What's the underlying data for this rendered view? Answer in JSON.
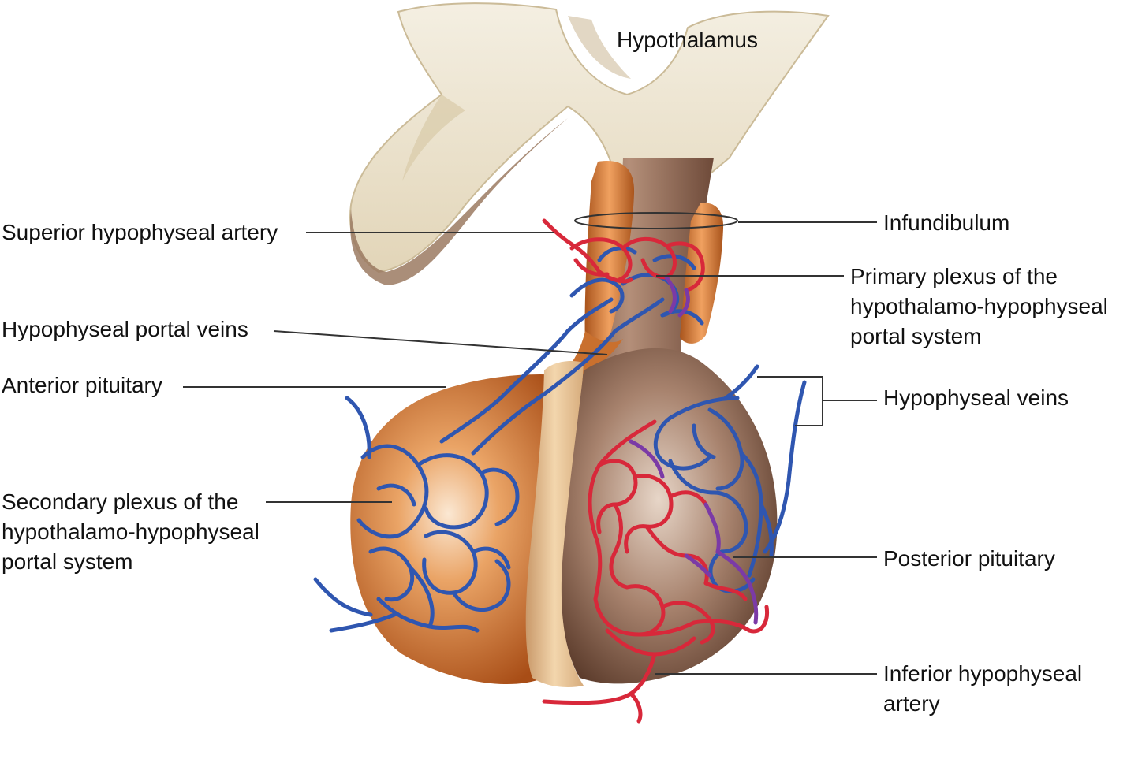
{
  "labels": {
    "hypothalamus": "Hypothalamus",
    "superior_hypophyseal_artery": "Superior hypophyseal artery",
    "hypophyseal_portal_veins": "Hypophyseal portal veins",
    "anterior_pituitary": "Anterior pituitary",
    "secondary_plexus": [
      "Secondary plexus of the",
      "hypothalamo-hypophyseal",
      "portal system"
    ],
    "infundibulum": "Infundibulum",
    "primary_plexus": [
      "Primary plexus of the",
      "hypothalamo-hypophyseal",
      "portal system"
    ],
    "hypophyseal_veins": "Hypophyseal veins",
    "posterior_pituitary": "Posterior pituitary",
    "inferior_hypophyseal_artery": [
      "Inferior hypophyseal",
      "artery"
    ]
  },
  "colors": {
    "artery": "#d8283a",
    "vein": "#2f56b0",
    "mixed_vessel": "#7b3aa6",
    "hypothalamus": "#ece3cd",
    "anterior_pituitary": "#c9702e",
    "posterior_pituitary": "#8a6552",
    "leader_line": "#333333"
  }
}
